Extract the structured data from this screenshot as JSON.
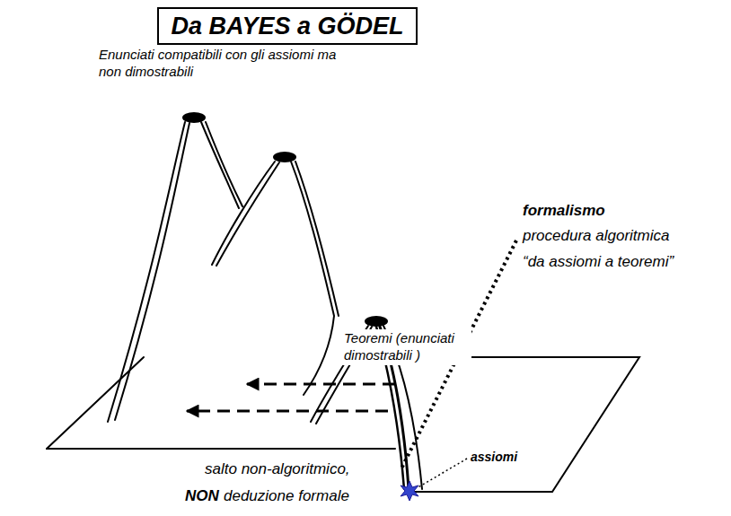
{
  "diagram": {
    "title": "Da BAYES a GÖDEL",
    "labels": [
      "Enunciati compatibili con gli assiomi ma non dimostrabili",
      "Teoremi (enunciati dimostrabili )",
      "formalismo",
      "procedura algoritmica",
      "“da assiomi a teoremi”",
      "assiomi",
      "salto non-algoritmico,",
      "NON",
      "deduzione formale"
    ]
  }
}
